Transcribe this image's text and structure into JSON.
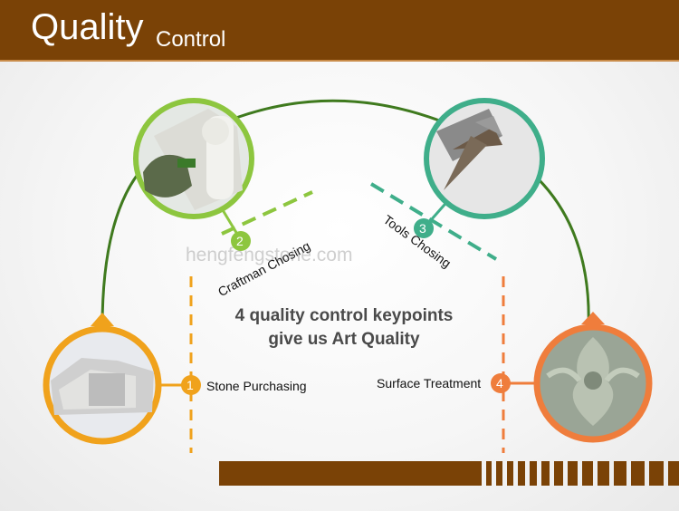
{
  "header": {
    "title_big": "Quality",
    "title_small": "Control"
  },
  "watermark": "hengfengstone.com",
  "center": {
    "line1": "4 quality control keypoints",
    "line2": "give us Art Quality"
  },
  "steps": [
    {
      "num": "1",
      "label": "Stone Purchasing",
      "color": "#f0a21c"
    },
    {
      "num": "2",
      "label": "Craftman Chosing",
      "color": "#8dc63f"
    },
    {
      "num": "3",
      "label": "Tools Chosing",
      "color": "#3fae8a"
    },
    {
      "num": "4",
      "label": "Surface Treatment",
      "color": "#ef7d3c"
    }
  ],
  "colors": {
    "brown": "#7a4206",
    "arc": "#3f7a1e"
  }
}
